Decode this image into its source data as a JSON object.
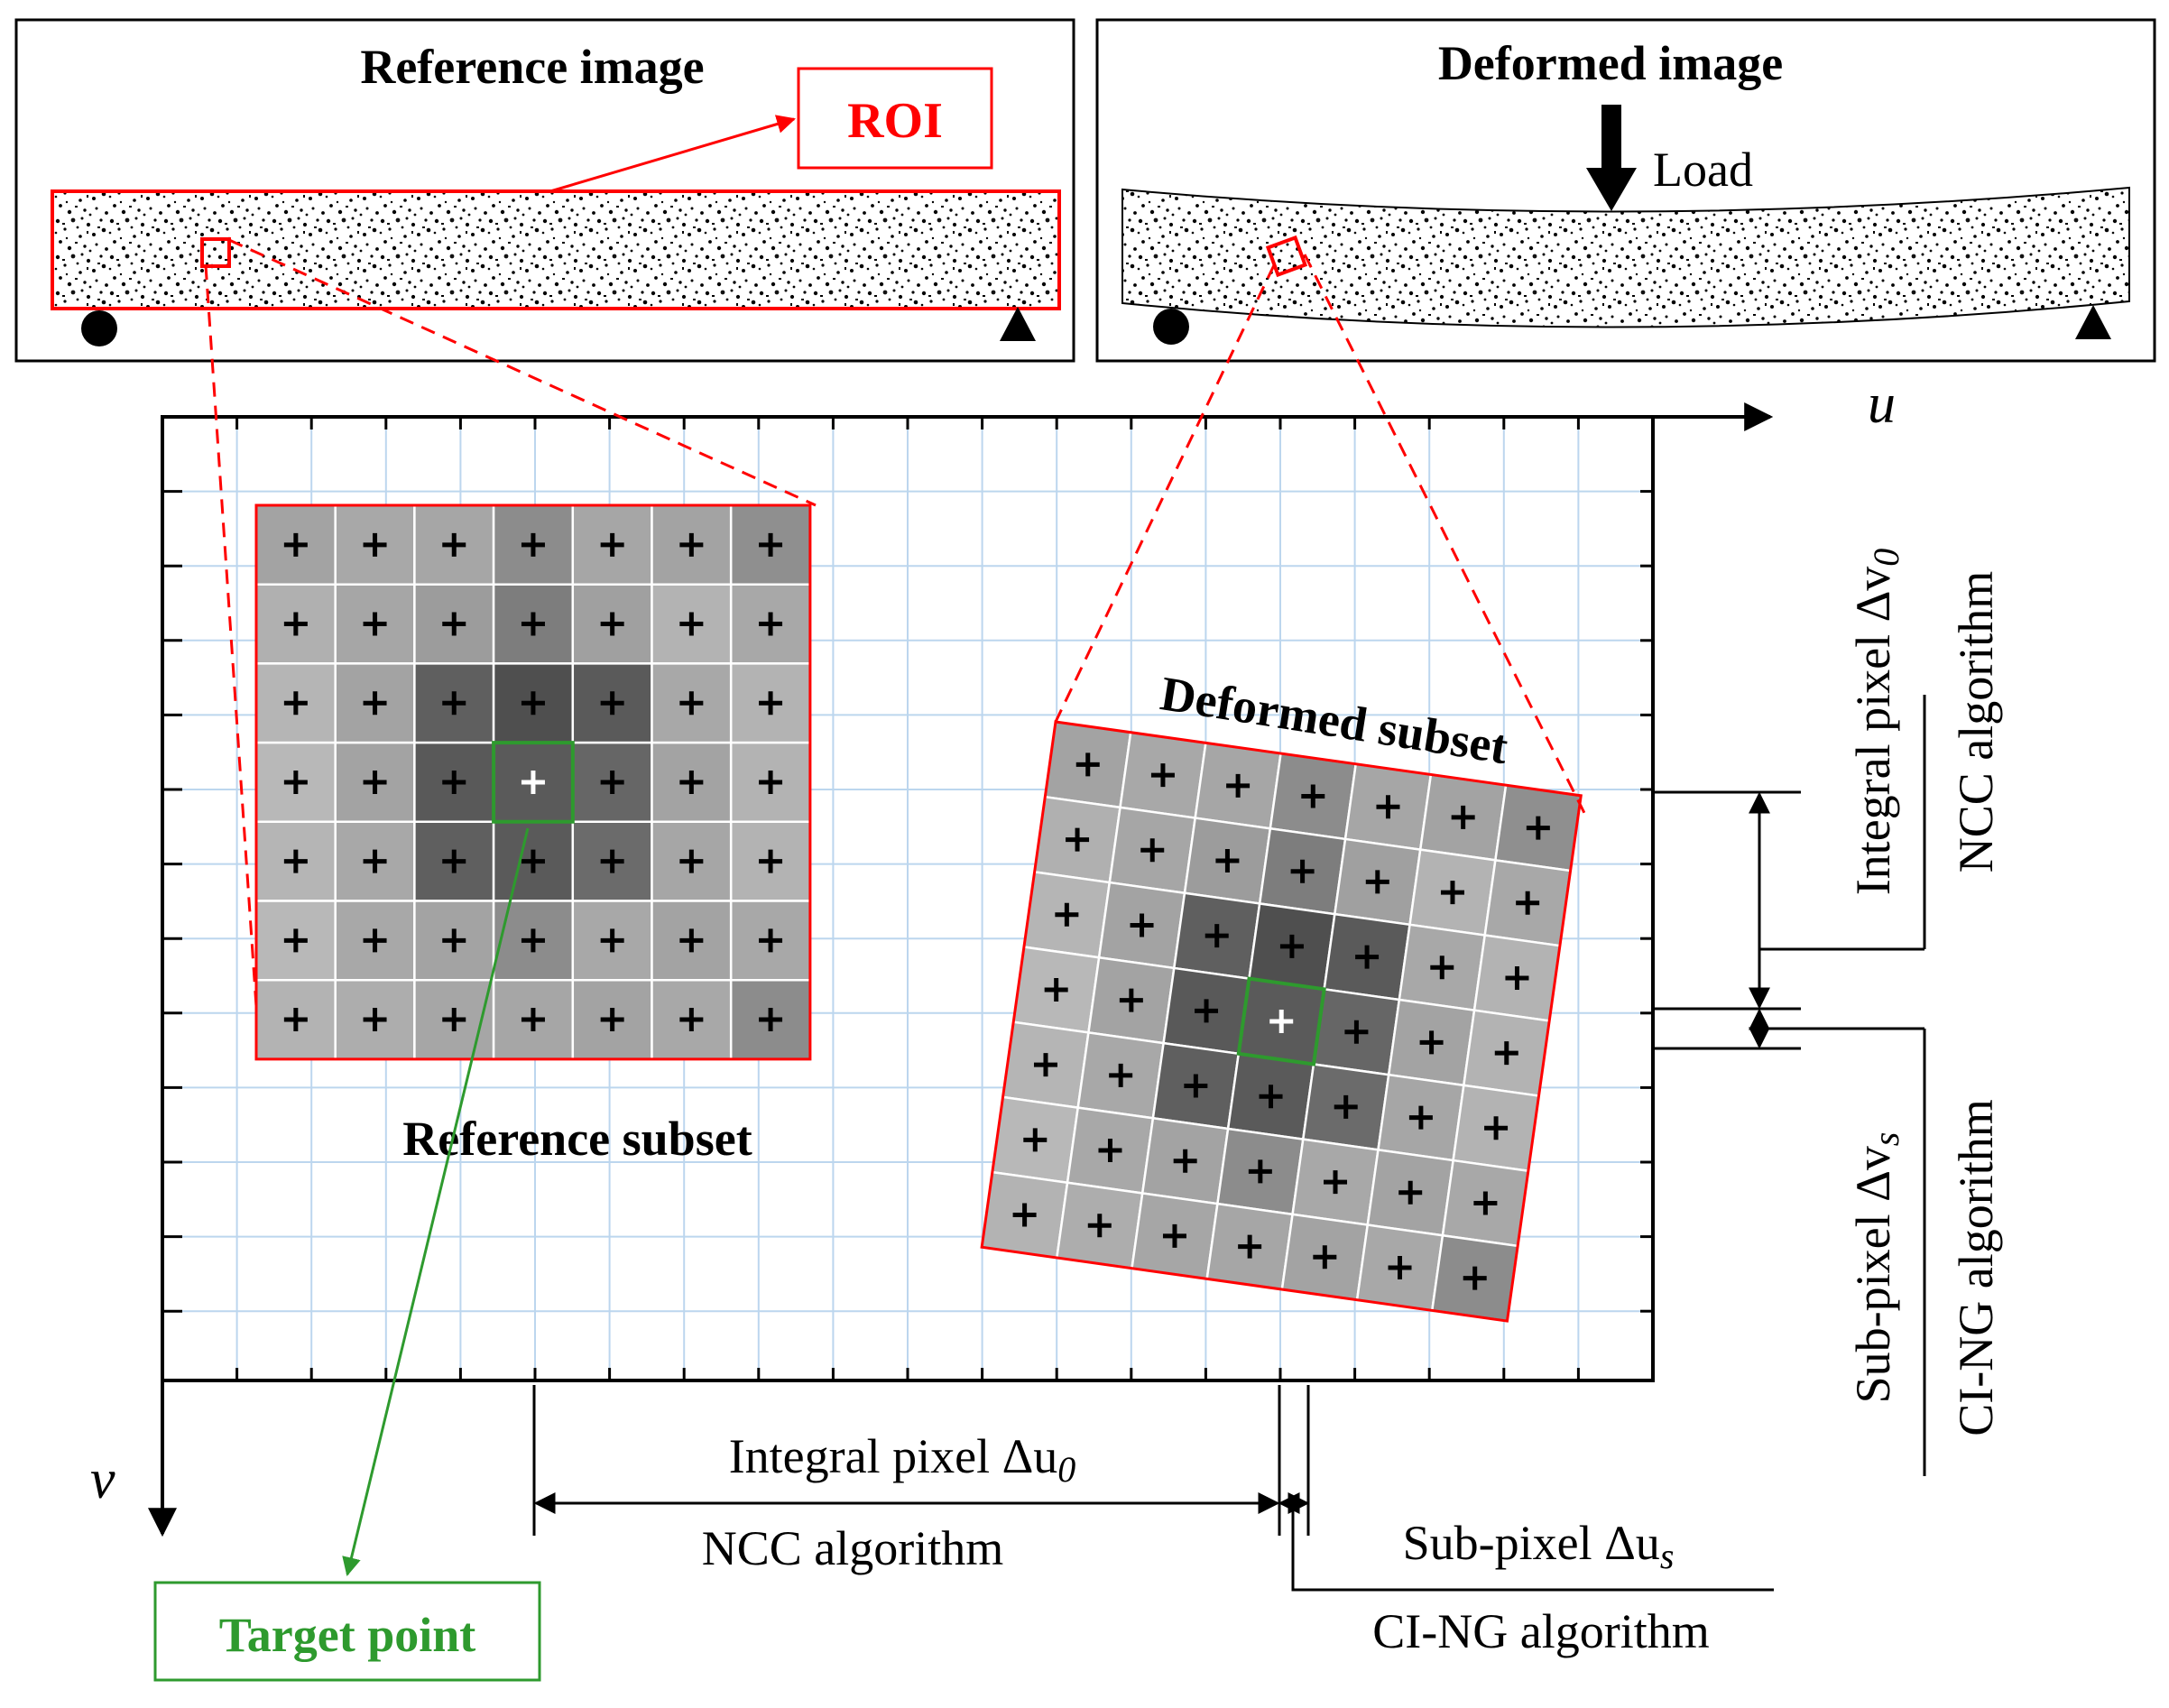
{
  "reference_panel": {
    "title": "Reference image",
    "roi_label": "ROI"
  },
  "deformed_panel": {
    "title": "Deformed image",
    "load_label": "Load"
  },
  "axes": {
    "u_label": "u",
    "v_label": "v"
  },
  "reference_subset": {
    "label": "Reference subset",
    "rows": 7,
    "cols": 7,
    "shades": [
      [
        "#a3a3a3",
        "#a8a8a8",
        "#a6a6a6",
        "#8c8c8c",
        "#a6a6a6",
        "#a3a3a3",
        "#8f8f8f"
      ],
      [
        "#b0b0b0",
        "#a6a6a6",
        "#9c9c9c",
        "#7d7d7d",
        "#a0a0a0",
        "#b3b3b3",
        "#a8a8a8"
      ],
      [
        "#b5b5b5",
        "#a3a3a3",
        "#5f5f5f",
        "#4f4f4f",
        "#5a5a5a",
        "#a8a8a8",
        "#b3b3b3"
      ],
      [
        "#b8b8b8",
        "#a3a3a3",
        "#595959",
        "#5a5a5a",
        "#666666",
        "#a3a3a3",
        "#b3b3b3"
      ],
      [
        "#b5b5b5",
        "#a8a8a8",
        "#5f5f5f",
        "#5a5a5a",
        "#6b6b6b",
        "#a6a6a6",
        "#b3b3b3"
      ],
      [
        "#b8b8b8",
        "#a8a8a8",
        "#a3a3a3",
        "#8c8c8c",
        "#a8a8a8",
        "#a3a3a3",
        "#a8a8a8"
      ],
      [
        "#b3b3b3",
        "#adadad",
        "#a6a6a6",
        "#a6a6a6",
        "#a3a3a3",
        "#a8a8a8",
        "#8c8c8c"
      ]
    ]
  },
  "deformed_subset": {
    "label": "Deformed subset",
    "shades": [
      [
        "#a3a3a3",
        "#a8a8a8",
        "#a6a6a6",
        "#8c8c8c",
        "#a6a6a6",
        "#a3a3a3",
        "#8f8f8f"
      ],
      [
        "#b0b0b0",
        "#a6a6a6",
        "#9c9c9c",
        "#7d7d7d",
        "#a0a0a0",
        "#b3b3b3",
        "#a8a8a8"
      ],
      [
        "#b5b5b5",
        "#a3a3a3",
        "#5f5f5f",
        "#4f4f4f",
        "#5a5a5a",
        "#a8a8a8",
        "#b3b3b3"
      ],
      [
        "#b8b8b8",
        "#a3a3a3",
        "#595959",
        "#5a5a5a",
        "#666666",
        "#a3a3a3",
        "#b3b3b3"
      ],
      [
        "#b5b5b5",
        "#a8a8a8",
        "#5f5f5f",
        "#5a5a5a",
        "#6b6b6b",
        "#a6a6a6",
        "#b3b3b3"
      ],
      [
        "#b8b8b8",
        "#a8a8a8",
        "#a3a3a3",
        "#8c8c8c",
        "#a8a8a8",
        "#a3a3a3",
        "#a8a8a8"
      ],
      [
        "#b3b3b3",
        "#adadad",
        "#a6a6a6",
        "#a6a6a6",
        "#a3a3a3",
        "#a8a8a8",
        "#8c8c8c"
      ]
    ]
  },
  "target_point": {
    "label": "Target point"
  },
  "horizontal_dims": {
    "integral": "Integral pixel Δu",
    "integral_sub": "0",
    "integral_algo": "NCC algorithm",
    "subpixel": "Sub-pixel Δu",
    "subpixel_sub": "s",
    "subpixel_algo": "CI-NG algorithm"
  },
  "vertical_dims": {
    "integral": "Integral pixel Δv",
    "integral_sub": "0",
    "integral_algo": "NCC algorithm",
    "subpixel": "Sub-pixel Δv",
    "subpixel_sub": "s",
    "subpixel_algo": "CI-NG algorithm"
  },
  "colors": {
    "roi": "#ff0000",
    "target": "#2e9a2e",
    "grid": "#bcd6ee",
    "line": "#000000"
  }
}
